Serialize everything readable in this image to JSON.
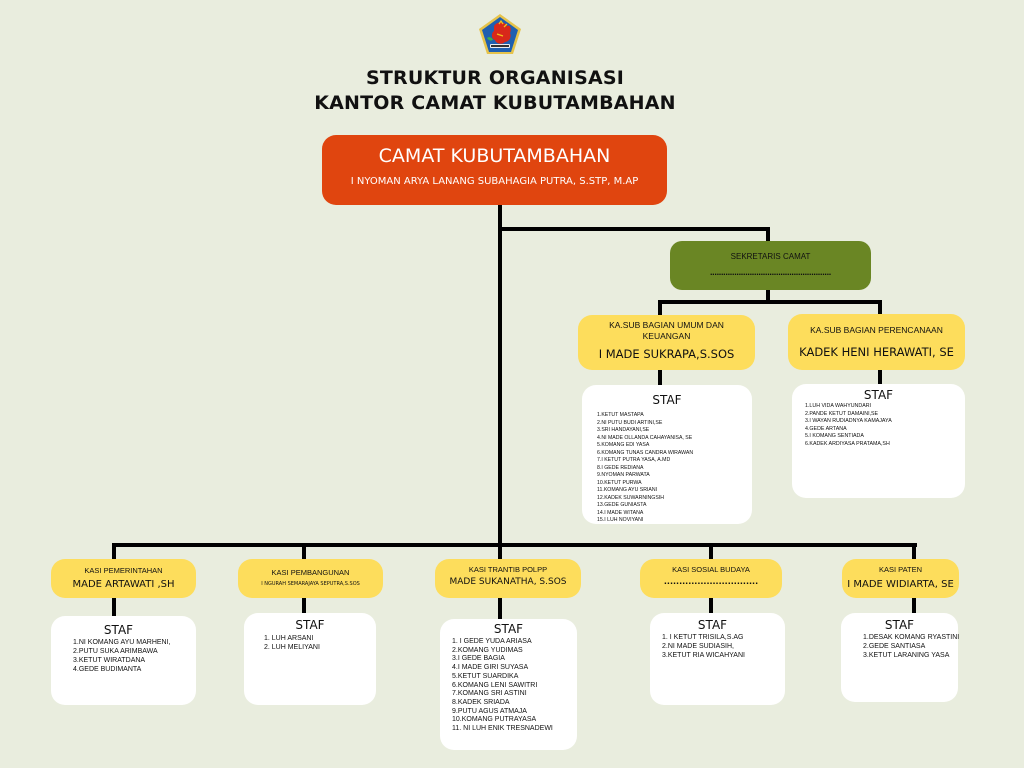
{
  "logo": {
    "icon": "kabupaten-buleleng-crest-icon",
    "colors": {
      "shield": "#1f5fb0",
      "border": "#e6c34a",
      "figure": "#d8281a"
    }
  },
  "header": {
    "title_line1": "STRUKTUR ORGANISASI",
    "title_line2": "KANTOR CAMAT KUBUTAMBAHAN"
  },
  "camat": {
    "title": "CAMAT KUBUTAMBAHAN",
    "name": "I NYOMAN ARYA LANANG SUBAHAGIA PUTRA, S.STP, M.AP"
  },
  "sekretaris": {
    "title": "SEKRETARIS CAMAT",
    "name": "......................................................."
  },
  "sub_bagian": [
    {
      "title": "KA.SUB BAGIAN UMUM DAN KEUANGAN",
      "name": "I MADE SUKRAPA,S.SOS",
      "staf_label": "STAF",
      "staf": [
        "1.KETUT MASTAPA",
        "2.NI PUTU BUDI ARTINI,SE",
        "3.SRI HANDAYANI,SE",
        "4.NI MADE OLLANDA CAHAYANISA, SE",
        "5.KOMANG EDI YASA",
        "6.KOMANG TUNAS CANDRA WIRAWAN",
        "7.I KETUT PUTRA YASA, A.MD",
        "8.I GEDE REDIANA",
        "9.NYOMAN PARWATA",
        "10.KETUT PURWA",
        "11.KOMANG AYU SRIANI",
        "12.KADEK SUWARNINGSIH",
        "13.GEDE GUNIASTA",
        "14.I MADE WITANA",
        "15.I LUH NOVIYANI"
      ]
    },
    {
      "title": "KA.SUB BAGIAN PERENCANAAN",
      "name": "KADEK HENI HERAWATI, SE",
      "staf_label": "STAF",
      "staf": [
        "1.LUH VIDA WAHYUNDARI",
        "2.PANDE KETUT DAMAINI,SE",
        "3.I WAYAN RUDIADNYA KAMAJAYA",
        "4.GEDE ARTANA",
        "5.I KOMANG SENTIADA",
        "6.KADEK ARDIYASA PRATAMA,SH"
      ]
    }
  ],
  "kasi": [
    {
      "title": "KASI PEMERINTAHAN",
      "name": "MADE ARTAWATI ,SH",
      "staf_label": "STAF",
      "staf": [
        "1.NI KOMANG AYU MARHENI,",
        "2.PUTU SUKA ARIMBAWA",
        "3.KETUT WIRATDANA",
        "4.GEDE BUDIMANTA"
      ]
    },
    {
      "title": "KASI PEMBANGUNAN",
      "name": "I NGURAH SEMARAJAYA SEPUTRA,S.SOS",
      "staf_label": "STAF",
      "staf": [
        "1. LUH ARSANI",
        "2. LUH MELIYANI"
      ]
    },
    {
      "title": "KASI TRANTIB POLPP",
      "name": "MADE SUKANATHA, S.SOS",
      "staf_label": "STAF",
      "staf": [
        "1. I GEDE YUDA ARIASA",
        "2.KOMANG YUDIMAS",
        "3.I GEDE BAGIA",
        "4.I MADE GIRI SUYASA",
        "5.KETUT SUARDIKA",
        "6.KOMANG LENI SAWITRI",
        "7.KOMANG SRI ASTINI",
        "8.KADEK SRIADA",
        "9.PUTU AGUS ATMAJA",
        "10.KOMANG PUTRAYASA",
        "11. NI LUH ENIK TRESNADEWI"
      ]
    },
    {
      "title": "KASI SOSIAL BUDAYA",
      "name": "...............................",
      "staf_label": "STAF",
      "staf": [
        "1. I KETUT TRISILA,S.AG",
        "2.NI MADE SUDIASIH,",
        "3.KETUT RIA WICAHYANI"
      ]
    },
    {
      "title": "KASI PATEN",
      "name": "I MADE WIDIARTA, SE",
      "staf_label": "STAF",
      "staf": [
        "1.DESAK KOMANG RYASTINI",
        "2.GEDE SANTIASA",
        "3.KETUT LARANING YASA"
      ]
    }
  ],
  "colors": {
    "background": "#e9edde",
    "camat_box": "#e0450f",
    "sekretaris_box": "#6a8624",
    "kasi_box": "#fddd5c",
    "staf_box": "#ffffff",
    "connector": "#000000"
  }
}
